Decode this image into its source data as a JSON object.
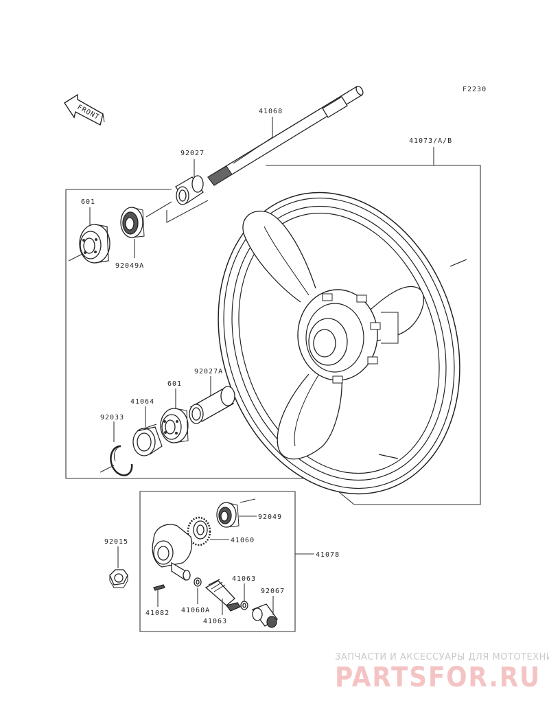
{
  "diagram": {
    "code": "F2230",
    "front_arrow_label": "FRONT",
    "parts": [
      {
        "id": "axle",
        "label": "41068"
      },
      {
        "id": "collar-left",
        "label": "92027"
      },
      {
        "id": "wheel",
        "label": "41073/A/B"
      },
      {
        "id": "bearing-left",
        "label": "601"
      },
      {
        "id": "seal-left",
        "label": "92049A"
      },
      {
        "id": "collar-right",
        "label": "92027A"
      },
      {
        "id": "bearing-right",
        "label": "601"
      },
      {
        "id": "hub-ring",
        "label": "41064"
      },
      {
        "id": "circlip",
        "label": "92033"
      },
      {
        "id": "seal-meter",
        "label": "92049"
      },
      {
        "id": "gear-drive",
        "label": "41060"
      },
      {
        "id": "meter-gear-assy",
        "label": "41078"
      },
      {
        "id": "nut",
        "label": "92015"
      },
      {
        "id": "washer",
        "label": "41063"
      },
      {
        "id": "gear-pinion",
        "label": "41060A"
      },
      {
        "id": "bushing",
        "label": "92067"
      },
      {
        "id": "pin",
        "label": "41082"
      },
      {
        "id": "washer-small",
        "label": "41063"
      }
    ]
  },
  "watermark": {
    "tagline": "ЗАПЧАСТИ И АКСЕССУАРЫ ДЛЯ МОТОТЕХНИКИ",
    "logo": "PARTSFOR.RU"
  }
}
